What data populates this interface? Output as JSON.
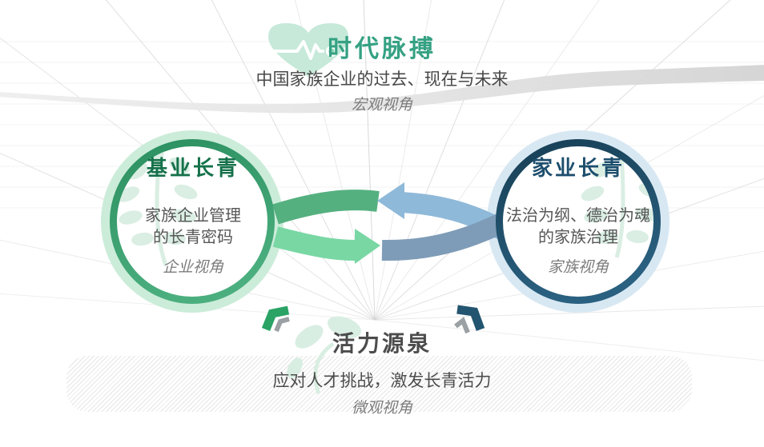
{
  "top": {
    "title": "时代脉搏",
    "subtitle": "中国家族企业的过去、现在与未来",
    "caption": "宏观视角"
  },
  "left_circle": {
    "title": "基业长青",
    "body_line1": "家族企业管理",
    "body_line2": "的长青密码",
    "caption": "企业视角"
  },
  "right_circle": {
    "title": "家业长青",
    "body_line1": "法治为纲、德治为魂",
    "body_line2": "的家族治理",
    "caption": "家族视角"
  },
  "bottom": {
    "title": "活力源泉",
    "subtitle": "应对人才挑战，激发长青活力",
    "caption": "微观视角"
  },
  "icons": {
    "heart_pulse": "heart-pulse-icon",
    "left_tree": "tree-watermark-icon",
    "right_tree": "tree-watermark-icon",
    "sprout": "sprout-watermark-icon",
    "cycle_arrow_left": "arrow-left-icon",
    "cycle_arrow_right": "arrow-right-icon",
    "chevron_left": "chevron-left-icon",
    "chevron_right": "chevron-right-icon"
  },
  "colors": {
    "teal_title": "#35a183",
    "green_title": "#15714a",
    "navy_title": "#1d4e6d",
    "green_ring": "#2f9465",
    "green_ring_pale": "#cbecd9",
    "navy_ring": "#1b4c64",
    "blue_ring_pale": "#d8e8f3",
    "arrow_green_dark": "#55b080",
    "arrow_green_light": "#79d7a4",
    "arrow_blue_light": "#8fb9d9",
    "arrow_blue_gray": "#7e9cb8",
    "body_text": "#575757",
    "caption_text": "#7d7d7d"
  }
}
